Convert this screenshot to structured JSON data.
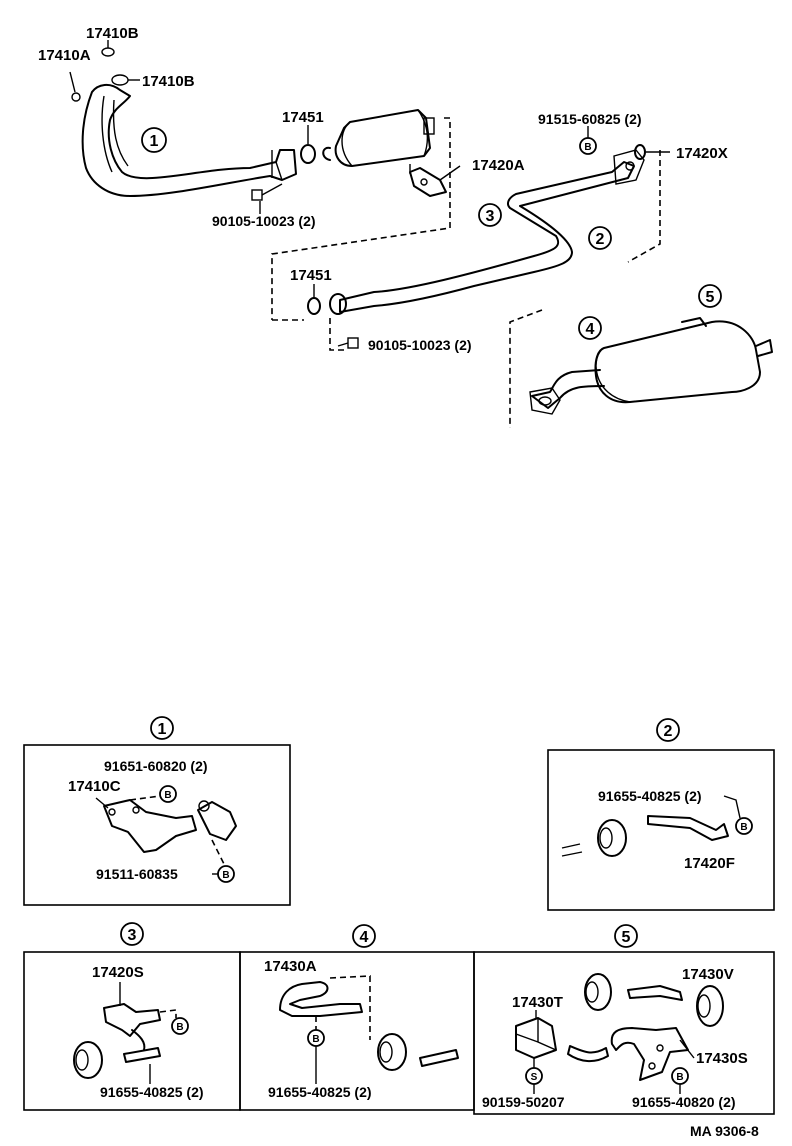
{
  "callouts": {
    "c1": "1",
    "c2": "2",
    "c3": "3",
    "c4": "4",
    "c5": "5"
  },
  "top_labels": {
    "p17410B_a": "17410B",
    "p17410A": "17410A",
    "p17410B_b": "17410B",
    "p17451_a": "17451",
    "p17420A": "17420A",
    "p90105_a": "90105-10023 (2)",
    "p91515": "91515-60825 (2)",
    "p17420X": "17420X",
    "p17451_b": "17451",
    "p90105_b": "90105-10023 (2)"
  },
  "symbols": {
    "bolt_b": "B",
    "stud_s": "S"
  },
  "detail1": {
    "p91651": "91651-60820 (2)",
    "p17410C": "17410C",
    "p91511": "91511-60835"
  },
  "detail2": {
    "p91655": "91655-40825 (2)",
    "p17420F": "17420F"
  },
  "detail3": {
    "p17420S": "17420S",
    "p91655": "91655-40825 (2)"
  },
  "detail4": {
    "p17430A": "17430A",
    "p91655": "91655-40825 (2)"
  },
  "detail5": {
    "p17430V": "17430V",
    "p17430T": "17430T",
    "p17430S": "17430S",
    "p90159": "90159-50207",
    "p91655": "91655-40820 (2)"
  },
  "footer": {
    "code": "MA 9306-8"
  }
}
